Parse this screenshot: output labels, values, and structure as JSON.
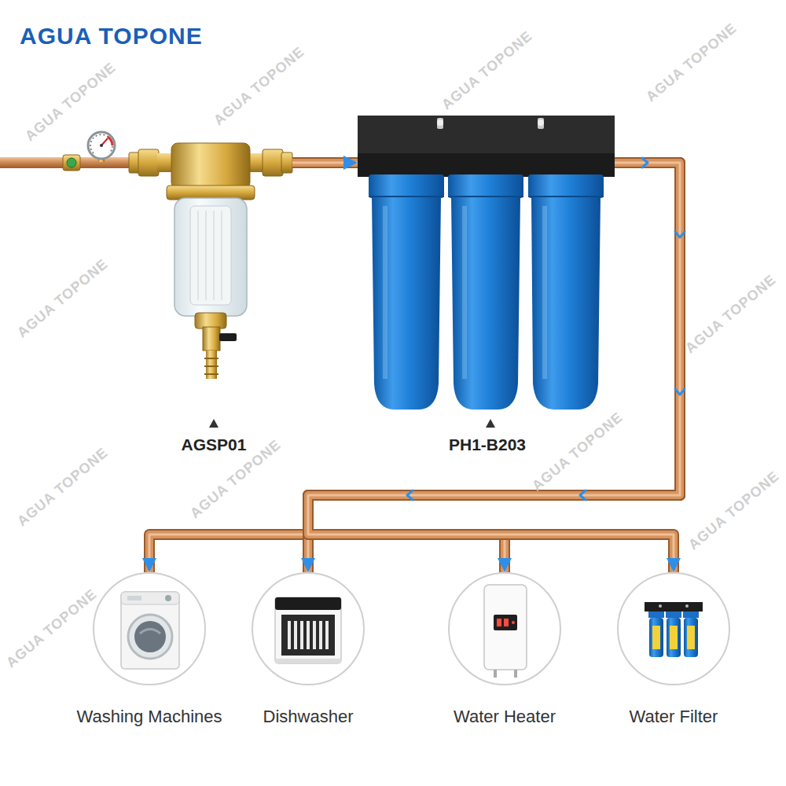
{
  "diagram": {
    "nodes": [
      {
        "text": [
          "AGSP01"
        ]
      },
      {
        "text": [
          "PH1-B203"
        ]
      },
      {
        "text": [
          "Washing Machines"
        ]
      },
      {
        "text": [
          "Dishwasher"
        ]
      },
      {
        "text": [
          "Water Heater"
        ]
      },
      {
        "text": [
          "Water Filter"
        ]
      }
    ],
    "edges": [
      {
        "from": 0,
        "to": 1,
        "arrow": "to"
      },
      {
        "from": 1,
        "to": 2,
        "arrow": "to"
      },
      {
        "from": 1,
        "to": 3,
        "arrow": "to"
      },
      {
        "from": 1,
        "to": 4,
        "arrow": "to"
      },
      {
        "from": 1,
        "to": 5,
        "arrow": "to"
      }
    ],
    "labels": [
      "AGUA TOPONE",
      "AGUA TOPONE",
      "AGUA TOPONE",
      "AGUA TOPONE",
      "AGUA TOPONE",
      "AGUA TOPONE",
      "AGUA TOPONE",
      "AGUA TOPONE",
      "AGUA TOPONE",
      "AGUA TOPONE",
      "AGUA TOPONE",
      "AGUA TOPONE"
    ]
  }
}
